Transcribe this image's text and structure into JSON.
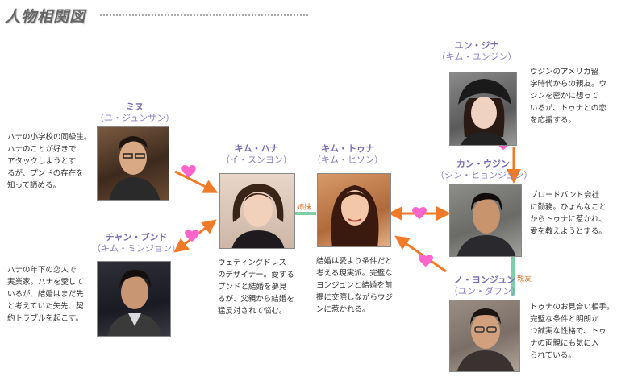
{
  "title": "人物相関図",
  "people": {
    "mi_nu": {
      "name": "ミヌ",
      "actor": "（ユ・ジュンサン）",
      "desc": [
        "ハナの小学校の同級生。",
        "ハナのことが好きで",
        "アタックしようとす",
        "るが、プンドの存在を",
        "知って諦める。"
      ]
    },
    "chan_pundo": {
      "name": "チャン・プンド",
      "actor": "（キム・ミンジョン）",
      "desc": [
        "ハナの年下の恋人で",
        "実業家。ハナを愛して",
        "いるが、結婚はまだ先",
        "と考えていた矢先、契",
        "約トラブルを起こす。"
      ]
    },
    "kim_hana": {
      "name": "キム・ハナ",
      "actor": "（イ・スンヨン）",
      "desc": [
        "ウェディングドレス",
        "のデザイナー。愛する",
        "プンドと結婚を夢見",
        "るが、父親から結婚を",
        "猛反対されて悩む。"
      ]
    },
    "kim_tuna": {
      "name": "キム・トゥナ",
      "actor": "（キム・ヒソン）",
      "desc": [
        "結婚は愛より条件だと",
        "考える現実派。完璧な",
        "ヨンジュンと結婚を前",
        "提に交際しながらウジ",
        "ンに惹かれる。"
      ]
    },
    "yu_jina": {
      "name": "ユン・ジナ",
      "actor": "（キム・ユンジン）",
      "desc": [
        "ウジンのアメリカ留",
        "学時代からの親友。ウ",
        "ジンを密かに想って",
        "いるが、トゥナとの恋",
        "を応援する。"
      ]
    },
    "kang_ujin": {
      "name": "カン・ウジン",
      "actor": "（シン・ヒョンジュン）",
      "desc": [
        "ブロードバンド会社",
        "に勤務。ひょんなこと",
        "からトゥナに惹かれ、",
        "愛を教えようとする。"
      ]
    },
    "no_yonjun": {
      "name": "ノ・ヨンジュン",
      "actor": "（ユン・ダフン）",
      "desc": [
        "トゥナのお見合い相手。",
        "完璧な条件と明朗か",
        "つ誠実な性格で、トゥ",
        "ナの両親にも気に入",
        "られている。"
      ]
    }
  },
  "relations": {
    "sisters": "姉妹",
    "fiance": "親友"
  },
  "colors": {
    "name": "#7a6bb8",
    "arrow": "#f07a28",
    "heart": "#ff66cc",
    "line": "#7fd0a8"
  }
}
